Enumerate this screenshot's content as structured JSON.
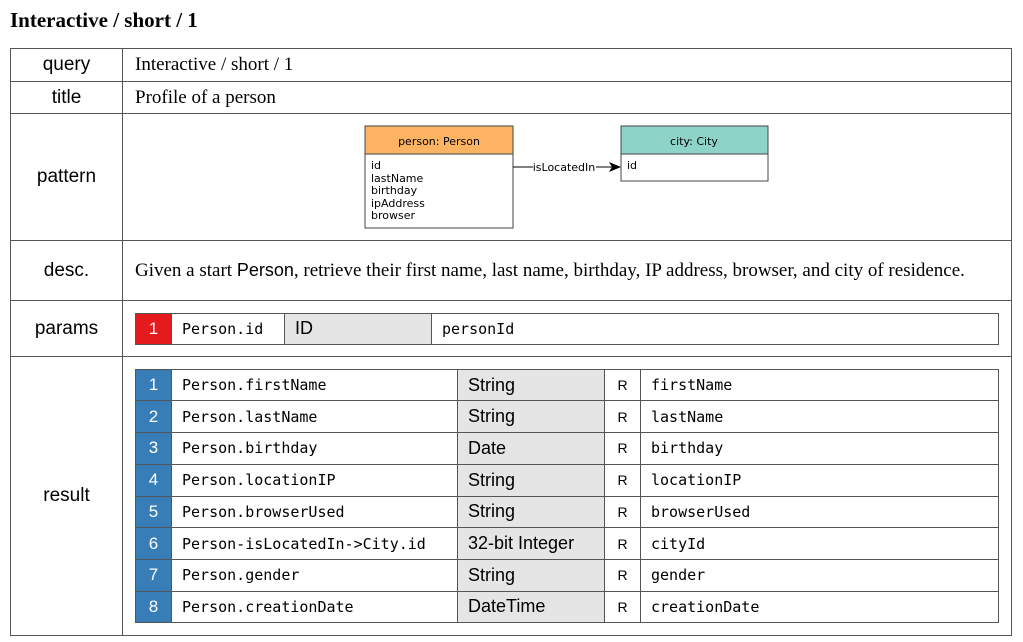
{
  "heading": "Interactive / short / 1",
  "labels": {
    "query": "query",
    "title": "title",
    "pattern": "pattern",
    "desc": "desc.",
    "params": "params",
    "result": "result"
  },
  "query": "Interactive / short / 1",
  "title": "Profile of a person",
  "pattern": {
    "person": {
      "header": "person: Person",
      "attrs": [
        "id",
        "lastName",
        "birthday",
        "ipAddress",
        "browser"
      ],
      "color": "#fdb462"
    },
    "edge": "isLocatedIn",
    "city": {
      "header": "city: City",
      "attrs": [
        "id"
      ],
      "color": "#8dd3c7"
    }
  },
  "desc": {
    "pre": "Given a start ",
    "entity": "Person",
    "post": ", retrieve their first name, last name, birthday, IP address, browser, and city of residence."
  },
  "params": [
    {
      "num": "1",
      "path": "Person.id",
      "type": "ID",
      "name": "personId"
    }
  ],
  "result": [
    {
      "num": "1",
      "path": "Person.firstName",
      "type": "String",
      "r": "R",
      "name": "firstName"
    },
    {
      "num": "2",
      "path": "Person.lastName",
      "type": "String",
      "r": "R",
      "name": "lastName"
    },
    {
      "num": "3",
      "path": "Person.birthday",
      "type": "Date",
      "r": "R",
      "name": "birthday"
    },
    {
      "num": "4",
      "path": "Person.locationIP",
      "type": "String",
      "r": "R",
      "name": "locationIP"
    },
    {
      "num": "5",
      "path": "Person.browserUsed",
      "type": "String",
      "r": "R",
      "name": "browserUsed"
    },
    {
      "num": "6",
      "path": "Person-isLocatedIn->City.id",
      "type": "32-bit Integer",
      "r": "R",
      "name": "cityId"
    },
    {
      "num": "7",
      "path": "Person.gender",
      "type": "String",
      "r": "R",
      "name": "gender"
    },
    {
      "num": "8",
      "path": "Person.creationDate",
      "type": "DateTime",
      "r": "R",
      "name": "creationDate"
    }
  ],
  "colors": {
    "param": "#e41a1c",
    "result": "#377eb8"
  }
}
